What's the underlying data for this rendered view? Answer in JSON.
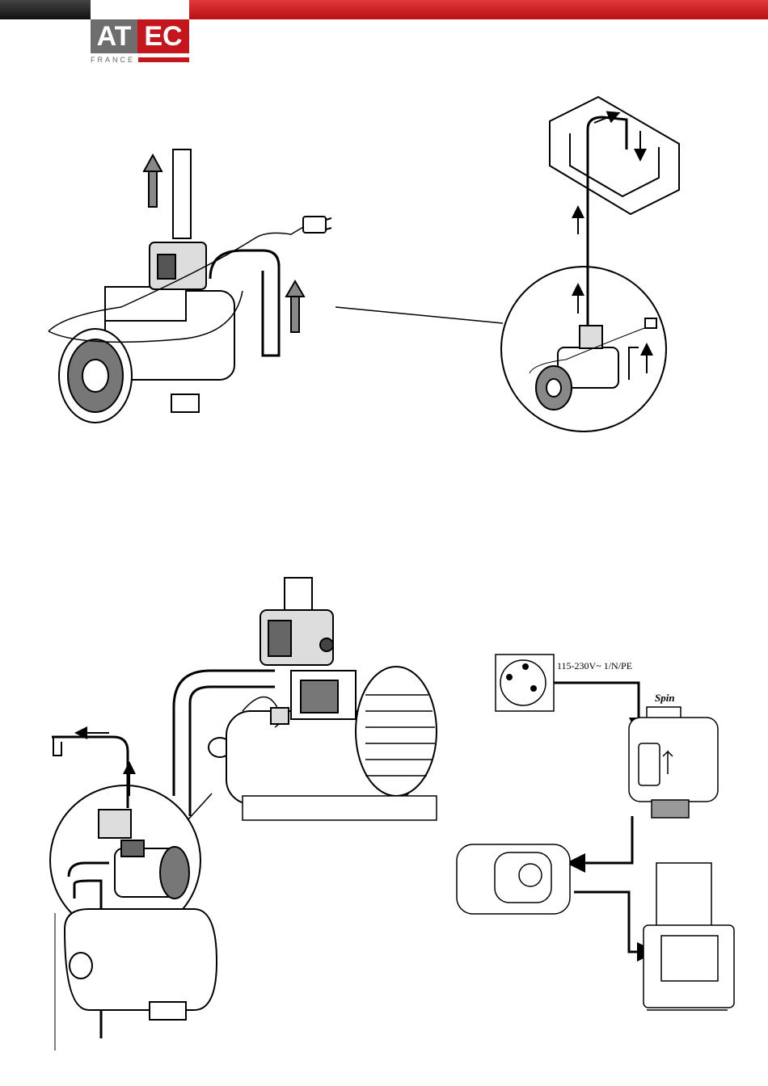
{
  "brand": {
    "part1": "AT",
    "part2": "EC",
    "sub": "FRANCE"
  },
  "wiring": {
    "voltage_label": "115-230V~ 1/N/PE",
    "device_label": "Spin"
  },
  "colors": {
    "red": "#c4161c",
    "dark": "#222222",
    "gray": "#6e6e6e"
  }
}
